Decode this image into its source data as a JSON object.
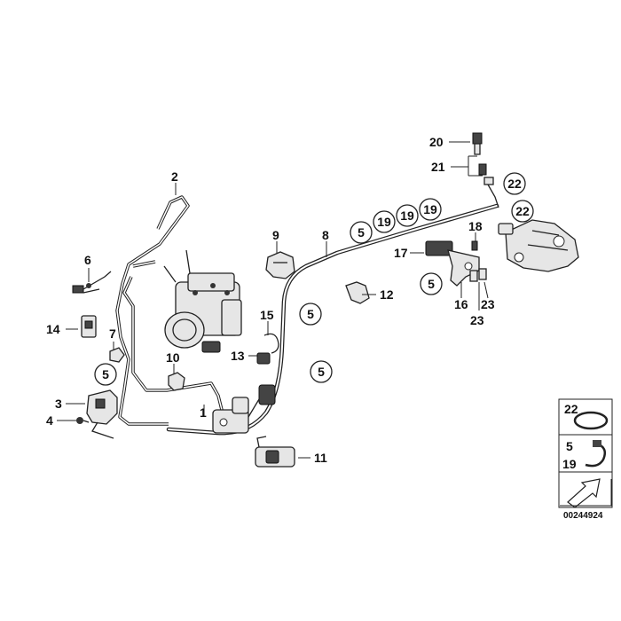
{
  "labels": {
    "l1": "1",
    "l2": "2",
    "l3": "3",
    "l4": "4",
    "l5a": "5",
    "l5b": "5",
    "l5c": "5",
    "l5d": "5",
    "l5e": "5",
    "l6": "6",
    "l7": "7",
    "l8": "8",
    "l9": "9",
    "l10": "10",
    "l11": "11",
    "l12": "12",
    "l13": "13",
    "l14": "14",
    "l15": "15",
    "l16": "16",
    "l17": "17",
    "l18": "18",
    "l19a": "19",
    "l19b": "19",
    "l19c": "19",
    "l20": "20",
    "l21": "21",
    "l22a": "22",
    "l22b": "22",
    "l23a": "23",
    "l23b": "23"
  },
  "legend": {
    "row1_num": "22",
    "row2_num_top": "5",
    "row2_num_bottom": "19"
  },
  "doc_id": "00244924"
}
